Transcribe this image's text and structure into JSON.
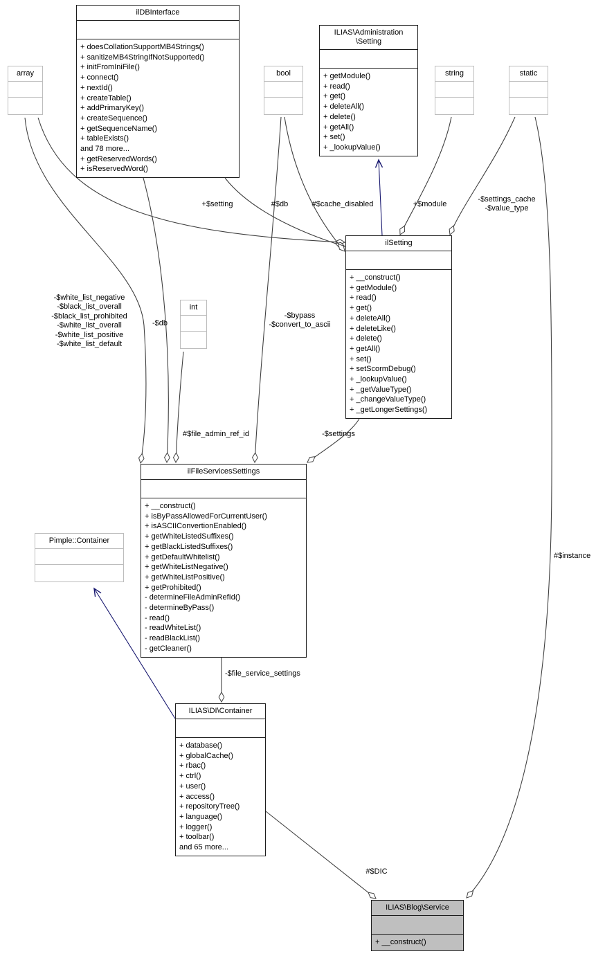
{
  "diagram": {
    "classes": {
      "ildbinterface": {
        "name": "ilDBInterface",
        "methods": [
          "+ doesCollationSupportMB4Strings()",
          "+ sanitizeMB4StringIfNotSupported()",
          "+ initFromIniFile()",
          "+ connect()",
          "+ nextId()",
          "+ createTable()",
          "+ addPrimaryKey()",
          "+ createSequence()",
          "+ getSequenceName()",
          "+ tableExists()",
          "and 78 more...",
          "+ getReservedWords()",
          "+ isReservedWord()"
        ]
      },
      "admin_setting": {
        "name_lines": [
          "ILIAS\\Administration",
          "\\Setting"
        ],
        "methods": [
          "+ getModule()",
          "+ read()",
          "+ get()",
          "+ deleteAll()",
          "+ delete()",
          "+ getAll()",
          "+ set()",
          "+ _lookupValue()"
        ]
      },
      "array_type": {
        "name": "array"
      },
      "bool_type": {
        "name": "bool"
      },
      "string_type": {
        "name": "string"
      },
      "static_type": {
        "name": "static"
      },
      "int_type": {
        "name": "int"
      },
      "ilsetting": {
        "name": "ilSetting",
        "methods": [
          "+ __construct()",
          "+ getModule()",
          "+ read()",
          "+ get()",
          "+ deleteAll()",
          "+ deleteLike()",
          "+ delete()",
          "+ getAll()",
          "+ set()",
          "+ setScormDebug()",
          "+ _lookupValue()",
          "+ _getValueType()",
          "+ _changeValueType()",
          "+ _getLongerSettings()"
        ]
      },
      "filesettings": {
        "name": "ilFileServicesSettings",
        "methods": [
          "+ __construct()",
          "+ isByPassAllowedForCurrentUser()",
          "+ isASCIIConvertionEnabled()",
          "+ getWhiteListedSuffixes()",
          "+ getBlackListedSuffixes()",
          "+ getDefaultWhitelist()",
          "+ getWhiteListNegative()",
          "+ getWhiteListPositive()",
          "+ getProhibited()",
          "- determineFileAdminRefId()",
          "- determineByPass()",
          "- read()",
          "- readWhiteList()",
          "- readBlackList()",
          "- getCleaner()"
        ]
      },
      "pimple": {
        "name": "Pimple::Container"
      },
      "dic": {
        "name": "ILIAS\\DI\\Container",
        "methods": [
          "+ database()",
          "+ globalCache()",
          "+ rbac()",
          "+ ctrl()",
          "+ user()",
          "+ access()",
          "+ repositoryTree()",
          "+ language()",
          "+ logger()",
          "+ toolbar()",
          "and 65 more..."
        ]
      },
      "blog_service": {
        "name": "ILIAS\\Blog\\Service",
        "methods": [
          "+ __construct()"
        ]
      }
    },
    "edge_labels": {
      "setting": "+$setting",
      "db": "#$db",
      "cache_disabled": "#$cache_disabled",
      "module": "+$module",
      "settings_cache_lines": [
        "-$settings_cache",
        "-$value_type"
      ],
      "white_lists_lines": [
        "-$white_list_negative",
        "-$black_list_overall",
        "-$black_list_prohibited",
        "-$white_list_overall",
        "-$white_list_positive",
        "-$white_list_default"
      ],
      "db_field": "-$db",
      "bypass_lines": [
        "-$bypass",
        "-$convert_to_ascii"
      ],
      "file_admin_ref_id": "#$file_admin_ref_id",
      "settings_field": "-$settings",
      "file_service_settings": "-$file_service_settings",
      "dic_field": "#$DIC",
      "instance": "#$instance"
    },
    "colors": {
      "highlight_fill": "#bfbfbf",
      "box_border": "#000000",
      "type_box_border": "#bdbdbd",
      "edge": "#404040",
      "inheritance_edge": "#191970"
    }
  }
}
